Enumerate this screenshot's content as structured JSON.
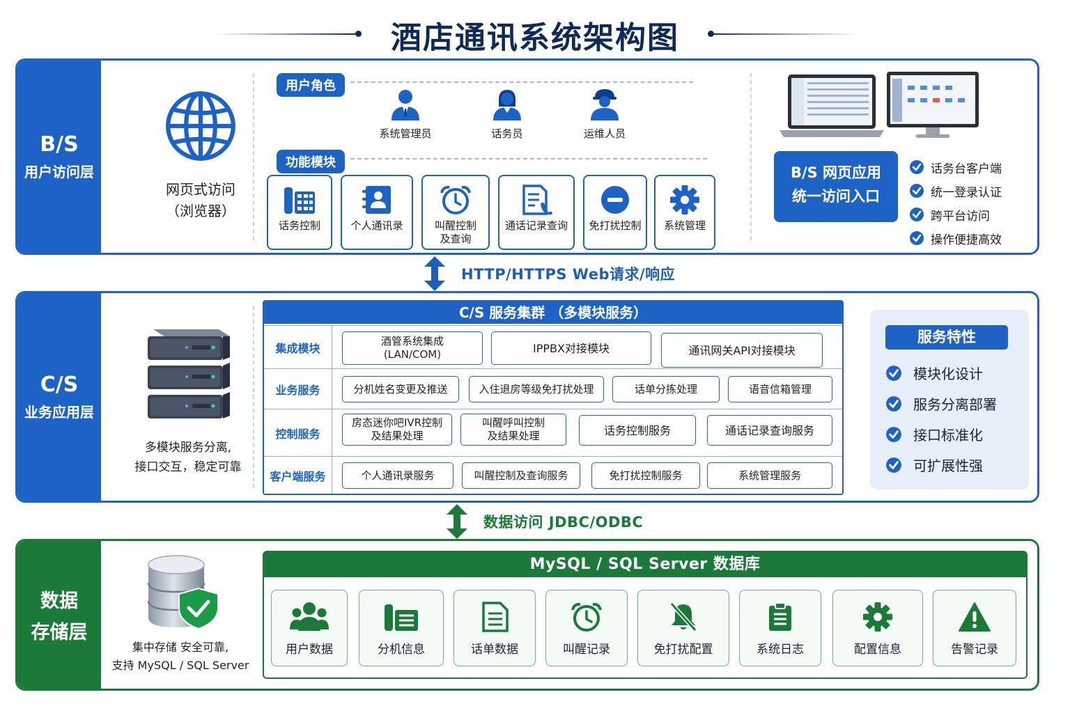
{
  "title": "酒店通讯系统架构图",
  "colors": {
    "blue": "#1d63c6",
    "green": "#1b7a3a",
    "navy": "#0f2a55"
  },
  "bs_layer": {
    "tag_main": "B/S",
    "tag_sub": "用户访问层",
    "access_line1": "网页式访问",
    "access_line2": "（浏览器）",
    "roles_title": "用户角色",
    "roles": [
      {
        "label": "系统管理员",
        "icon": "admin-user-icon"
      },
      {
        "label": "话务员",
        "icon": "operator-user-icon"
      },
      {
        "label": "运维人员",
        "icon": "maintenance-user-icon"
      }
    ],
    "modules_title": "功能模块",
    "modules": [
      {
        "label": "话务控制",
        "icon": "phone-console-icon"
      },
      {
        "label": "个人通讯录",
        "icon": "contact-book-icon"
      },
      {
        "label": "叫醒控制",
        "label2": "及查询",
        "icon": "alarm-clock-icon"
      },
      {
        "label": "通话记录查询",
        "icon": "call-record-icon"
      },
      {
        "label": "免打扰控制",
        "icon": "do-not-disturb-icon"
      },
      {
        "label": "系统管理",
        "icon": "gear-icon"
      }
    ],
    "app_box_line1": "B/S 网页应用",
    "app_box_line2": "统一访问入口",
    "features": [
      "话务台客户端",
      "统一登录认证",
      "跨平台访问",
      "操作便捷高效"
    ]
  },
  "http_connector": "HTTP/HTTPS  Web请求/响应",
  "cs_layer": {
    "tag_main": "C/S",
    "tag_sub": "业务应用层",
    "desc_line1": "多模块服务分离,",
    "desc_line2": "接口交互，稳定可靠",
    "cluster_title": "C/S 服务集群 （多模块服务）",
    "rows": [
      {
        "label": "集成模块",
        "services": [
          {
            "l1": "酒管系统集成",
            "l2": "(LAN/COM)"
          },
          {
            "l1": "IPPBX对接模块"
          },
          {
            "l1": "通讯网关API对接模块"
          }
        ]
      },
      {
        "label": "业务服务",
        "services": [
          {
            "l1": "分机姓名变更及推送"
          },
          {
            "l1": "入住退房等级免打扰处理"
          },
          {
            "l1": "话单分拣处理"
          },
          {
            "l1": "语音信箱管理"
          }
        ]
      },
      {
        "label": "控制服务",
        "services": [
          {
            "l1": "房态迷你吧IVR控制",
            "l2": "及结果处理"
          },
          {
            "l1": "叫醒呼叫控制",
            "l2": "及结果处理"
          },
          {
            "l1": "话务控制服务"
          },
          {
            "l1": "通话记录查询服务"
          }
        ]
      },
      {
        "label": "客户端服务",
        "services": [
          {
            "l1": "个人通讯录服务"
          },
          {
            "l1": "叫醒控制及查询服务"
          },
          {
            "l1": "免打扰控制服务"
          },
          {
            "l1": "系统管理服务"
          }
        ]
      }
    ],
    "traits_title": "服务特性",
    "traits": [
      "模块化设计",
      "服务分离部署",
      "接口标准化",
      "可扩展性强"
    ]
  },
  "db_connector": "数据访问  JDBC/ODBC",
  "db_layer": {
    "tag_main": "数据",
    "tag_sub": "存储层",
    "desc_line1": "集中存储 安全可靠,",
    "desc_line2": "支持 MySQL / SQL Server",
    "panel_title": "MySQL / SQL Server 数据库",
    "items": [
      {
        "label": "用户数据",
        "icon": "users-icon"
      },
      {
        "label": "分机信息",
        "icon": "extension-phone-icon"
      },
      {
        "label": "话单数据",
        "icon": "document-icon"
      },
      {
        "label": "叫醒记录",
        "icon": "alarm-clock-icon"
      },
      {
        "label": "免打扰配置",
        "icon": "bell-off-icon"
      },
      {
        "label": "系统日志",
        "icon": "clipboard-icon"
      },
      {
        "label": "配置信息",
        "icon": "gear-icon"
      },
      {
        "label": "告警记录",
        "icon": "warning-icon"
      }
    ]
  }
}
